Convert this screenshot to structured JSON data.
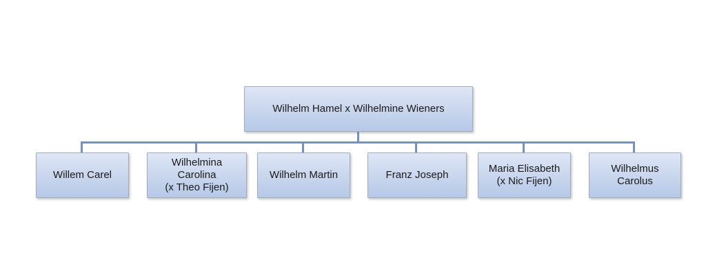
{
  "diagram": {
    "type": "family-tree-org-chart",
    "root": {
      "label": "Wilhelm Hamel x Wilhelmine Wieners"
    },
    "children": [
      {
        "label": "Willem Carel"
      },
      {
        "label": "Wilhelmina\nCarolina\n(x Theo Fijen)"
      },
      {
        "label": "Wilhelm Martin"
      },
      {
        "label": "Franz Joseph"
      },
      {
        "label": "Maria Elisabeth\n(x Nic Fijen)"
      },
      {
        "label": "Wilhelmus Carolus"
      }
    ],
    "colors": {
      "node_fill_top": "#dde7f6",
      "node_fill_bottom": "#b6c9e8",
      "node_border": "#a3abb9",
      "connector": "#7591c4",
      "text": "#1a1a1a",
      "background": "#ffffff"
    }
  }
}
